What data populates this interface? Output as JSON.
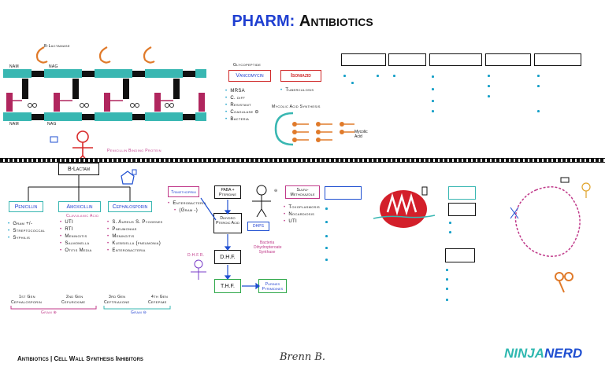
{
  "title": {
    "prefix": "PHARM:",
    "main": "Antibiotics"
  },
  "cell_wall": {
    "b_lactamase": "B-Lactamase",
    "nag_top": "NAG",
    "nam_top": "NAM",
    "nam_bottom": "NAM",
    "nag_bottom": "NAG"
  },
  "pbp_label": "Penicillin Binding Protein",
  "b_lactam": "B-Lactam",
  "penicillin": {
    "title": "Penicillin",
    "items": [
      "Gram +/-",
      "Streptococcal",
      "Syphilis"
    ]
  },
  "amoxicillin": {
    "title": "Amoxicillin",
    "note": "Clavulanic Acid",
    "items": [
      "UTI",
      "RTI",
      "Meningitis",
      "Salmonella",
      "Otitis Media"
    ]
  },
  "cephalosporin": {
    "title": "Cephalosporin",
    "items": [
      "S. Aureus S. Pyogenes",
      "Pneumonias",
      "Meningitis",
      "Klebsiella (pneumonia)",
      "Enterobacteria"
    ]
  },
  "generations": [
    {
      "gen": "1st Gen",
      "drug": "Cephalosporin"
    },
    {
      "gen": "2nd Gen",
      "drug": "Cefuroxime"
    },
    {
      "gen": "3rd Gen",
      "drug": "Ceftriaxone"
    },
    {
      "gen": "4th Gen",
      "drug": "Cefepime"
    }
  ],
  "gram_pos": "Gram ⊕",
  "gram_neg": "Gram ⊖",
  "glycopeptide": "Glycopeptide",
  "vancomycin": {
    "title": "Vancomycin",
    "items": [
      "MRSA",
      "C. diff",
      "Resistant",
      "Coagulase ⊖",
      "Bacteria"
    ]
  },
  "isoniazid": {
    "title": "Isoniazid",
    "items": [
      "Tuberculosis"
    ]
  },
  "mycolic": "Mycolic Acid Synthesis",
  "mycolic_side": "Mycolic Acid",
  "folate": {
    "trimethoprim": "Trimethoprim",
    "trimeth_items": [
      "Enterobacteria",
      "(Gram -)"
    ],
    "paba": "PABA + Pteridine",
    "dihydro": "Dihydro Pteroic Acid",
    "dhps": "DHPS",
    "dhf": "D.H.F.",
    "dhfr": "D.H.F.R.",
    "thf": "T.H.F.",
    "purines": "Purines Pyrimidines",
    "bacteria_note": "Bacteria Dihydropteroate Synthase",
    "sulfa": "Sulfa- Methoxazole",
    "sulfa_items": [
      "Toxoplasmosis",
      "Nocardiosis",
      "UTI"
    ],
    "minus": "⊖"
  },
  "footer": "Antibiotics | Cell Wall Synthesis Inhibitors",
  "signature": "Brenn B.",
  "brand": {
    "a": "NINJA",
    "b": "NERD"
  }
}
